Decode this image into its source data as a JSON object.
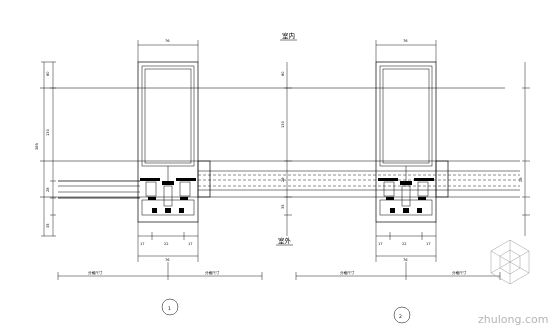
{
  "labels": {
    "indoor": "室内",
    "outdoor": "室外",
    "bottom_left_caption": "分格尺寸",
    "bottom_right_caption": "分格尺寸"
  },
  "details": [
    {
      "number": "1"
    },
    {
      "number": "2"
    }
  ],
  "dimensions": {
    "top_width": "76",
    "bottom_width": "76",
    "bottom_sub": [
      "17",
      "22",
      "17"
    ],
    "left_total": "385",
    "left_parts": [
      "80",
      "130",
      "28",
      "35"
    ],
    "side_parts": [
      "80",
      "130",
      "28",
      "35"
    ]
  },
  "watermark": {
    "text": "zhulong.com"
  }
}
